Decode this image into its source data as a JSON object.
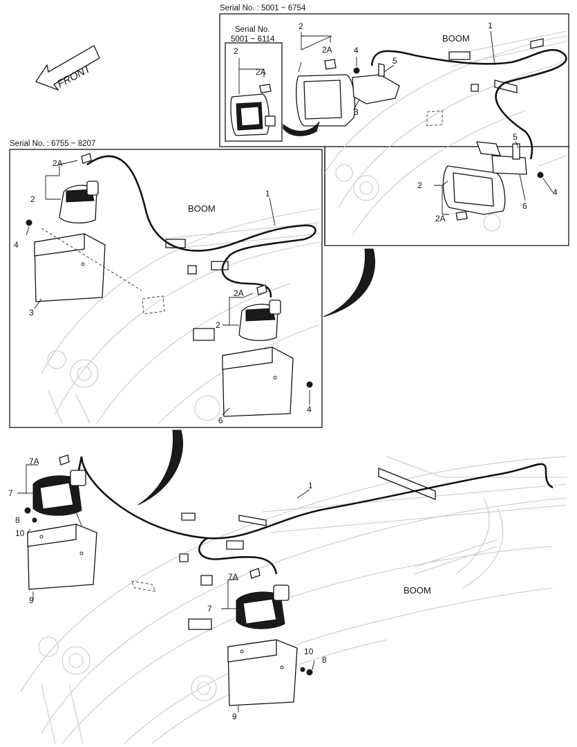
{
  "front_label": "FRONT",
  "boom_label": "BOOM",
  "box_a": {
    "serial": "Serial No. : 5001 ~ 6754",
    "inset_serial_line1": "Serial No.",
    "inset_serial_line2": "5001 ~ 6114",
    "callouts": {
      "c1": "1",
      "c2a": "2",
      "c2b": "2",
      "c2c": "2",
      "c2ad": "2A",
      "c2ae": "2A",
      "c2af": "2A",
      "c3": "3",
      "c4a": "4",
      "c4b": "4",
      "c5a": "5",
      "c5b": "5",
      "c6": "6"
    }
  },
  "box_b": {
    "serial": "Serial No. : 6755 ~ 8207",
    "callouts": {
      "c1": "1",
      "c2a": "2",
      "c2b": "2",
      "c2ad": "2A",
      "c2ae": "2A",
      "c3": "3",
      "c4a": "4",
      "c4b": "4",
      "c6": "6"
    }
  },
  "main": {
    "callouts": {
      "c1": "1",
      "c7a": "7",
      "c7b": "7",
      "c7ad": "7A",
      "c7ae": "7A",
      "c8a": "8",
      "c8b": "8",
      "c9a": "9",
      "c9b": "9",
      "c10a": "10",
      "c10b": "10"
    }
  }
}
